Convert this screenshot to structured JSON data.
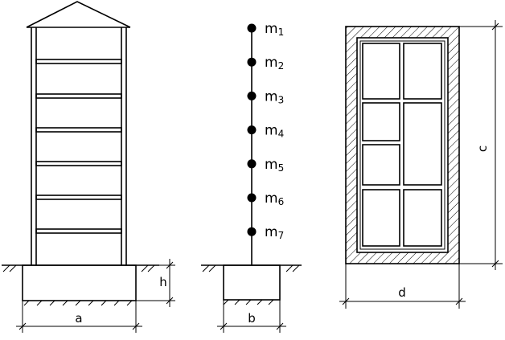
{
  "labels": {
    "a": "a",
    "b": "b",
    "h": "h",
    "c": "c",
    "d": "d"
  },
  "masses": [
    {
      "letter": "m",
      "sub": "1"
    },
    {
      "letter": "m",
      "sub": "2"
    },
    {
      "letter": "m",
      "sub": "3"
    },
    {
      "letter": "m",
      "sub": "4"
    },
    {
      "letter": "m",
      "sub": "5"
    },
    {
      "letter": "m",
      "sub": "6"
    },
    {
      "letter": "m",
      "sub": "7"
    }
  ]
}
